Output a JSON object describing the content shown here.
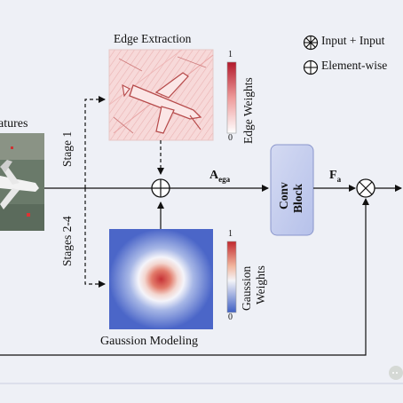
{
  "legend": {
    "items": [
      {
        "symbol": "otimes",
        "label": "Input + Input"
      },
      {
        "symbol": "oplus",
        "label": "Element-wise"
      }
    ]
  },
  "input_features": {
    "label_fragment": "atures"
  },
  "edge_extraction": {
    "title": "Edge Extraction",
    "colorbar_label": "Edge Weights",
    "colorbar_min": "0",
    "colorbar_max": "1"
  },
  "gaussian_modeling": {
    "title": "Gaussion  Modeling",
    "colorbar_label_line1": "Gaussion",
    "colorbar_label_line2": "Weights",
    "colorbar_min": "0",
    "colorbar_max": "1"
  },
  "branches": {
    "stage_top": "Stage 1",
    "stage_bottom": "Stages 2-4"
  },
  "signals": {
    "a_ega_main": "A",
    "a_ega_sub": "ega",
    "f_a_main": "F",
    "f_a_sub": "a"
  },
  "conv_block": {
    "line1": "Conv",
    "line2": "Block"
  },
  "colors": {
    "background": "#eef0f6",
    "conv_fill": "#c3cbeb",
    "conv_border": "#8a96cc",
    "edge_red": "#c1272d",
    "gauss_blue": "#4b66c8",
    "gauss_red": "#c63236"
  }
}
